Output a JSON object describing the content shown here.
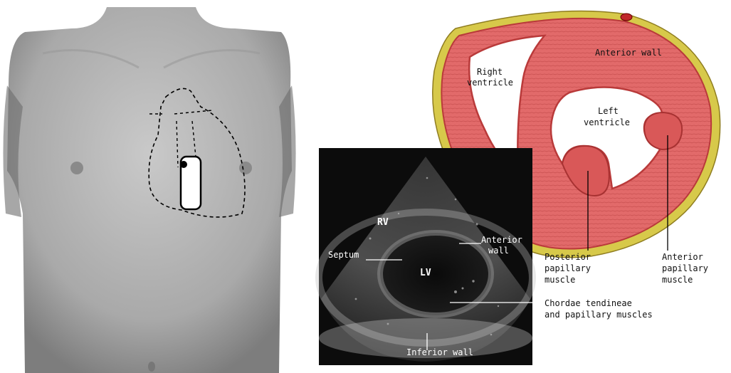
{
  "heart_section_labels": {
    "right_ventricle": [
      "Right",
      "ventricle"
    ],
    "anterior_wall": "Anterior wall",
    "left_ventricle": [
      "Left",
      "ventricle"
    ],
    "posterior_papillary": [
      "Posterior",
      "papillary",
      "muscle"
    ],
    "anterior_papillary": [
      "Anterior",
      "papillary",
      "muscle"
    ],
    "chordae": [
      "Chordae tendineae",
      "and papillary muscles"
    ]
  },
  "echo_labels": {
    "rv": "RV",
    "lv": "LV",
    "septum": "Septum",
    "anterior_wall": [
      "Anterior",
      "wall"
    ],
    "inferior_wall": "Inferior wall"
  },
  "colors": {
    "myocardium": "#e26a6a",
    "myocardium_dark": "#b93a3a",
    "epicardial_fat": "#d7c94a",
    "echo_bg": "#0c0c0c"
  }
}
